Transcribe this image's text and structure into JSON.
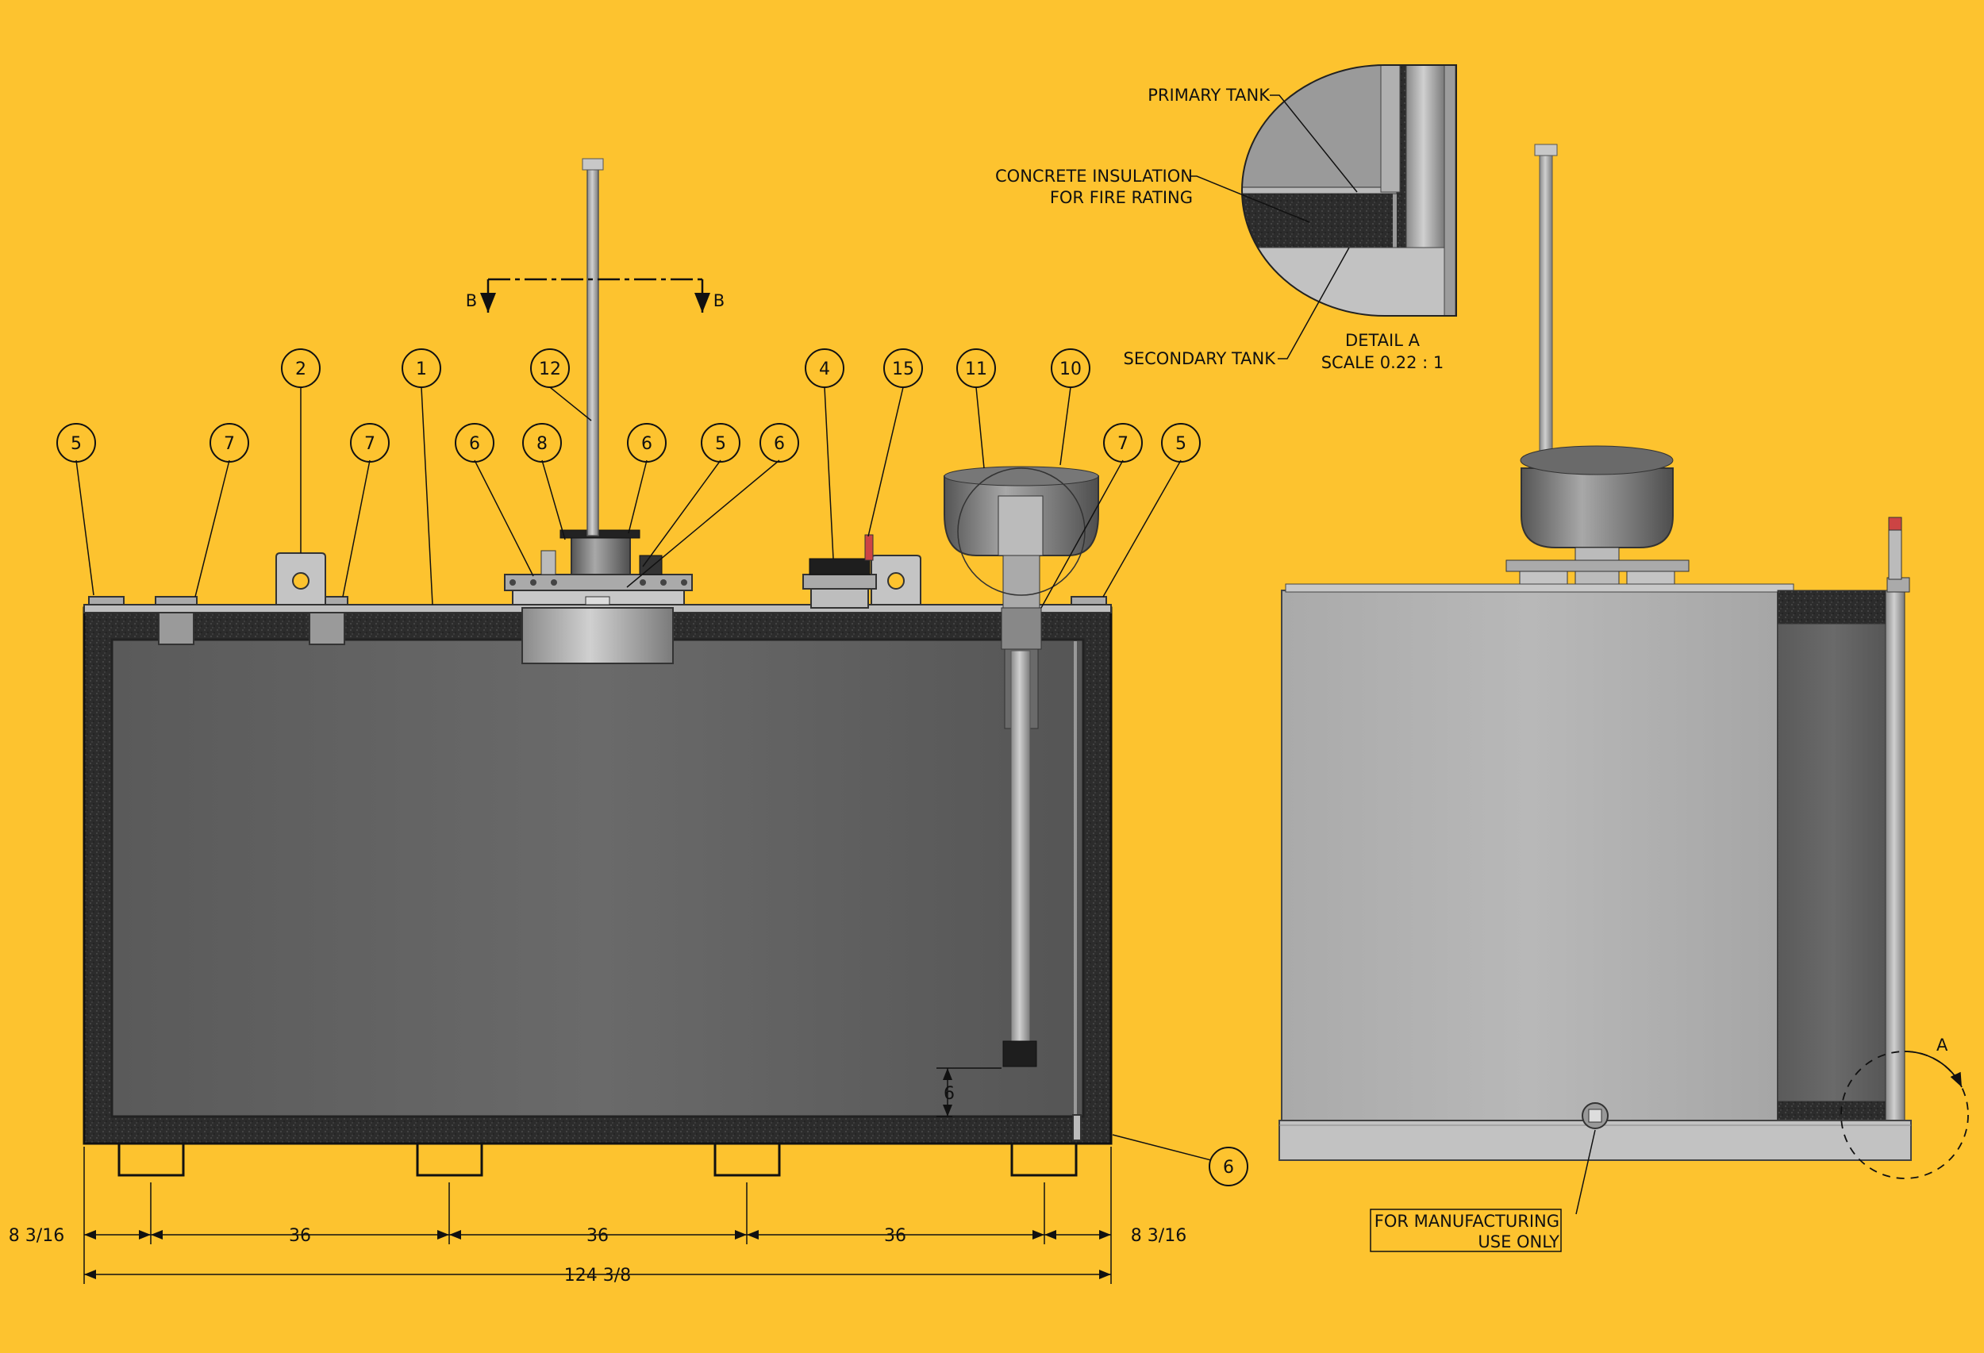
{
  "balloons": [
    {
      "id": "b1",
      "num": "5"
    },
    {
      "id": "b2",
      "num": "7"
    },
    {
      "id": "b3",
      "num": "2"
    },
    {
      "id": "b4",
      "num": "7"
    },
    {
      "id": "b5",
      "num": "1"
    },
    {
      "id": "b6",
      "num": "6"
    },
    {
      "id": "b7",
      "num": "8"
    },
    {
      "id": "b8",
      "num": "12"
    },
    {
      "id": "b9",
      "num": "6"
    },
    {
      "id": "b10",
      "num": "5"
    },
    {
      "id": "b11",
      "num": "6"
    },
    {
      "id": "b12",
      "num": "4"
    },
    {
      "id": "b13",
      "num": "15"
    },
    {
      "id": "b14",
      "num": "11"
    },
    {
      "id": "b15",
      "num": "10"
    },
    {
      "id": "b16",
      "num": "7"
    },
    {
      "id": "b17",
      "num": "5"
    },
    {
      "id": "b18",
      "num": "6"
    }
  ],
  "section": {
    "left": "B",
    "right": "B"
  },
  "dimensions": {
    "d1": "8 3/16",
    "d2": "36",
    "d3": "36",
    "d4": "36",
    "d5": "8 3/16",
    "total": "124 3/8",
    "suction_gap": "6"
  },
  "detail": {
    "primary": "PRIMARY TANK",
    "concrete_1": "CONCRETE INSULATION",
    "concrete_2": "FOR FIRE RATING",
    "secondary": "SECONDARY TANK",
    "title": "DETAIL  A",
    "scale": "SCALE 0.22 : 1",
    "marker": "A"
  },
  "note": {
    "line1": "FOR MANUFACTURING",
    "line2": "USE ONLY"
  },
  "colors": {
    "background": "#FDC32F",
    "concrete": "#2E2E2E",
    "interior": "#5E5E5E",
    "steel": "#B4B4B4"
  }
}
